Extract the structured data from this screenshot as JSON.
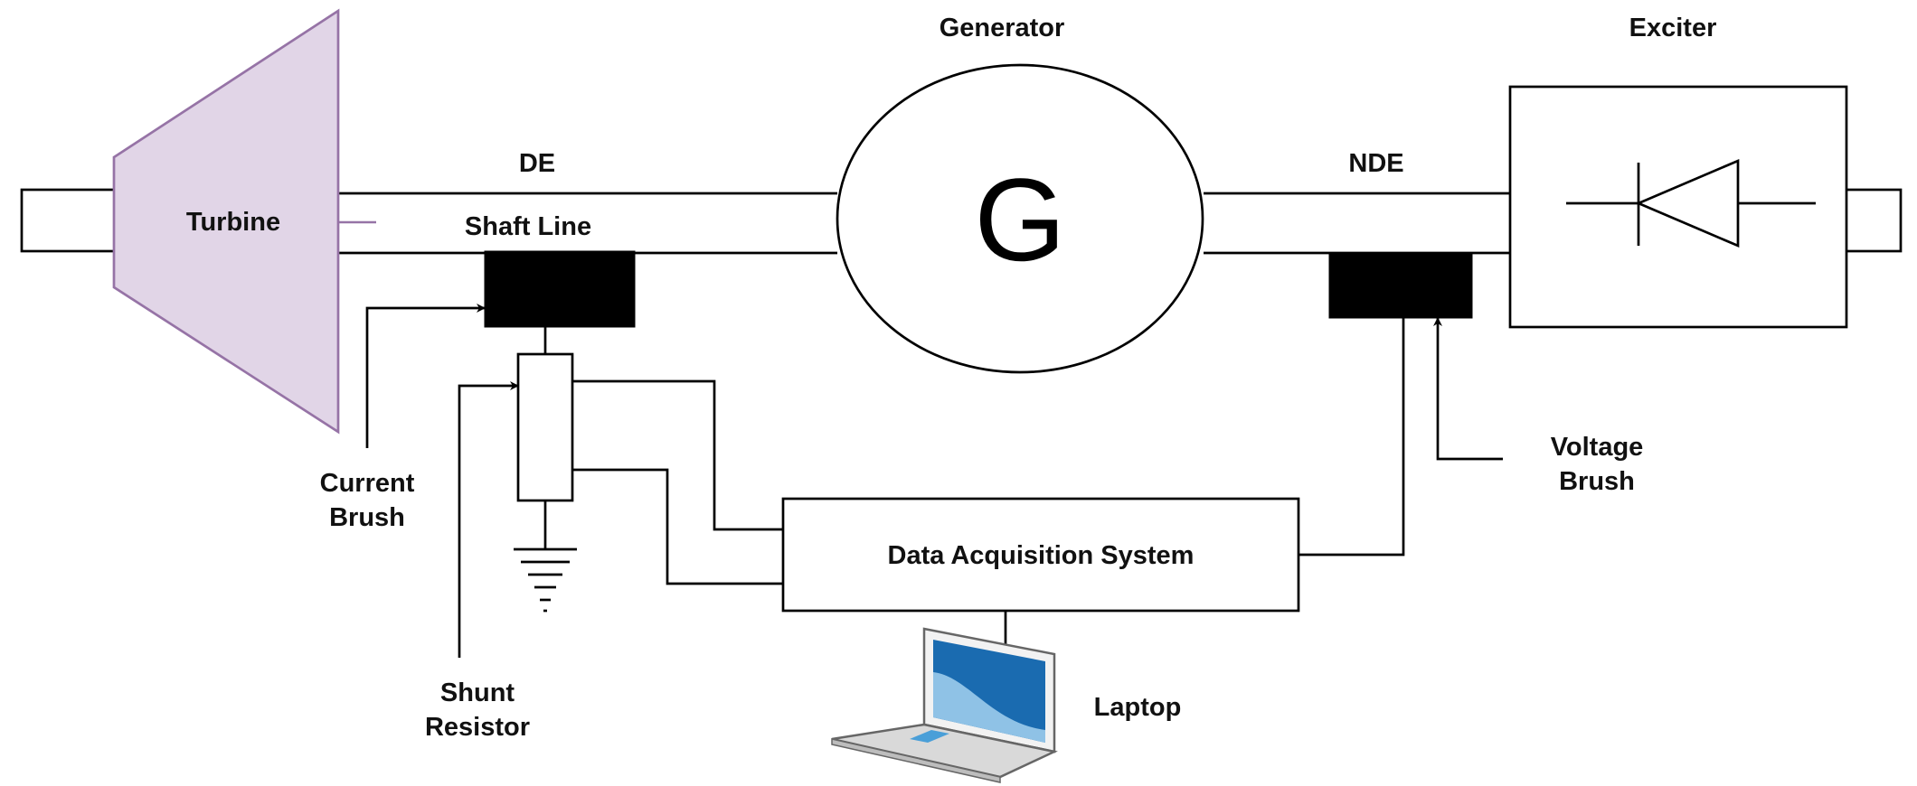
{
  "diagram": {
    "labels": {
      "generator": "Generator",
      "generator_symbol": "G",
      "exciter": "Exciter",
      "turbine": "Turbine",
      "de": "DE",
      "nde": "NDE",
      "shaft_line": "Shaft Line",
      "current_brush": [
        "Current",
        "Brush"
      ],
      "voltage_brush": [
        "Voltage",
        "Brush"
      ],
      "shunt_resistor": [
        "Shunt",
        "Resistor"
      ],
      "data_acquisition": "Data Acquisition System",
      "laptop": "Laptop"
    },
    "colors": {
      "turbine_fill": "#e1d5e7",
      "turbine_stroke": "#9673a6",
      "line": "#000000",
      "brush_block": "#000000",
      "laptop_screen": "#1a6bb0",
      "laptop_screen_light": "#8fc2e6",
      "laptop_body": "#d9d9d9"
    },
    "icons": [
      "diode-icon",
      "ground-icon",
      "laptop-icon",
      "arrow-icon"
    ]
  }
}
